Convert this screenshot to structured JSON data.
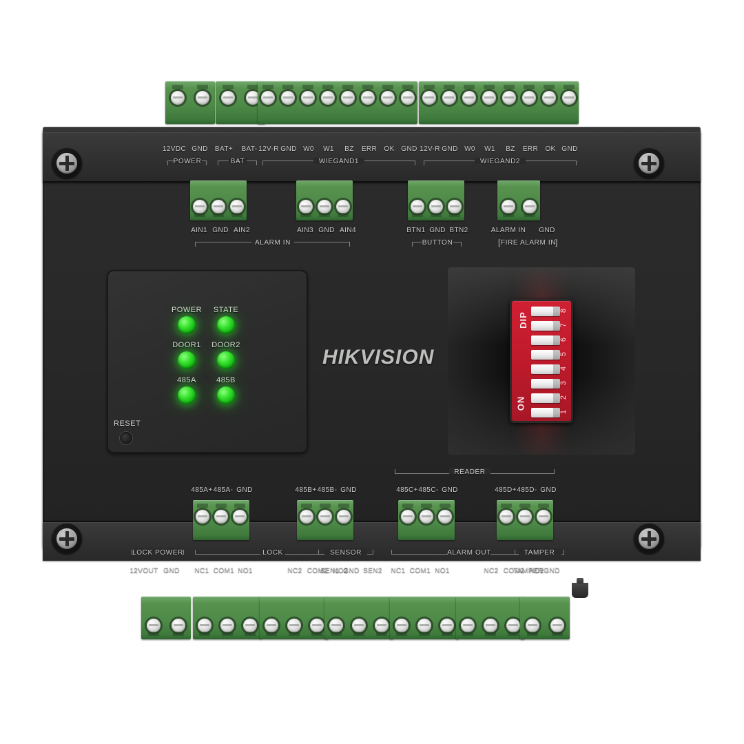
{
  "device": {
    "brand": "HIKVISION",
    "kind": "access-control-board"
  },
  "top_terminals": [
    {
      "group": "POWER",
      "pins": [
        "12VDC",
        "GND"
      ]
    },
    {
      "group": "BAT",
      "pins": [
        "BAT+",
        "BAT-"
      ]
    },
    {
      "group": "WIEGAND1",
      "pins": [
        "12V-R",
        "GND",
        "W0",
        "W1",
        "BZ",
        "ERR",
        "OK",
        "GND"
      ]
    },
    {
      "group": "WIEGAND2",
      "pins": [
        "12V-R",
        "GND",
        "W0",
        "W1",
        "BZ",
        "ERR",
        "OK",
        "GND"
      ]
    }
  ],
  "second_row_terminals": [
    {
      "group": "ALARM IN",
      "pins": [
        "AIN1",
        "GND",
        "AIN2"
      ]
    },
    {
      "group": "",
      "pins": [
        "AIN3",
        "GND",
        "AIN4"
      ]
    },
    {
      "group": "BUTTON",
      "pins": [
        "BTN1",
        "GND",
        "BTN2"
      ]
    },
    {
      "group": "FIRE ALARM IN",
      "pins": [
        "ALARM IN",
        "GND"
      ]
    }
  ],
  "third_row_terminals": [
    {
      "group": "",
      "pins": [
        "485A+",
        "485A-",
        "GND"
      ]
    },
    {
      "group": "",
      "pins": [
        "485B+",
        "485B-",
        "GND"
      ]
    },
    {
      "group": "READER",
      "pins": [
        "485C+",
        "485C-",
        "GND"
      ]
    },
    {
      "group": "",
      "pins": [
        "485D+",
        "485D-",
        "GND"
      ]
    }
  ],
  "bottom_terminals": [
    {
      "group": "LOCK POWER",
      "pins": [
        "12VOUT",
        "GND"
      ]
    },
    {
      "group": "LOCK",
      "pins": [
        "NC1",
        "COM1",
        "NO1"
      ]
    },
    {
      "group": "",
      "pins": [
        "NC2",
        "COM2",
        "NO2"
      ]
    },
    {
      "group": "SENSOR",
      "pins": [
        "SEN1",
        "GND",
        "SEN2"
      ]
    },
    {
      "group": "ALARM OUT",
      "pins": [
        "NC1",
        "COM1",
        "NO1"
      ]
    },
    {
      "group": "",
      "pins": [
        "NC2",
        "COM2",
        "NO2"
      ]
    },
    {
      "group": "TAMPER",
      "pins": [
        "TAMPER",
        "GND"
      ]
    }
  ],
  "group_labels": {
    "power": "POWER",
    "bat": "BAT",
    "wiegand1": "WIEGAND1",
    "wiegand2": "WIEGAND2",
    "alarm_in": "ALARM IN",
    "button": "BUTTON",
    "fire_alarm_in": "FIRE ALARM IN",
    "reader": "READER",
    "lock_power": "LOCK POWER",
    "lock": "LOCK",
    "sensor": "SENSOR",
    "alarm_out": "ALARM OUT",
    "tamper": "TAMPER"
  },
  "indicators": {
    "leds": [
      {
        "label": "POWER",
        "state": "on",
        "color": "#2ad82a"
      },
      {
        "label": "STATE",
        "state": "on",
        "color": "#2ad82a"
      },
      {
        "label": "DOOR1",
        "state": "on",
        "color": "#2ad82a"
      },
      {
        "label": "DOOR2",
        "state": "on",
        "color": "#2ad82a"
      },
      {
        "label": "485A",
        "state": "on",
        "color": "#2ad82a"
      },
      {
        "label": "485B",
        "state": "on",
        "color": "#2ad82a"
      }
    ],
    "reset_label": "RESET"
  },
  "dip_switch": {
    "title": "DIP",
    "on_label": "ON",
    "numbers": [
      "8",
      "7",
      "6",
      "5",
      "4",
      "3",
      "2",
      "1"
    ],
    "positions": 8,
    "body_color": "#c01b2c"
  },
  "colors": {
    "board": "#2a2a2a",
    "terminal_green": "#4e8a48",
    "silkscreen": "#c9cbc8",
    "led_green": "#2ad82a",
    "dip_red": "#c01b2c"
  }
}
